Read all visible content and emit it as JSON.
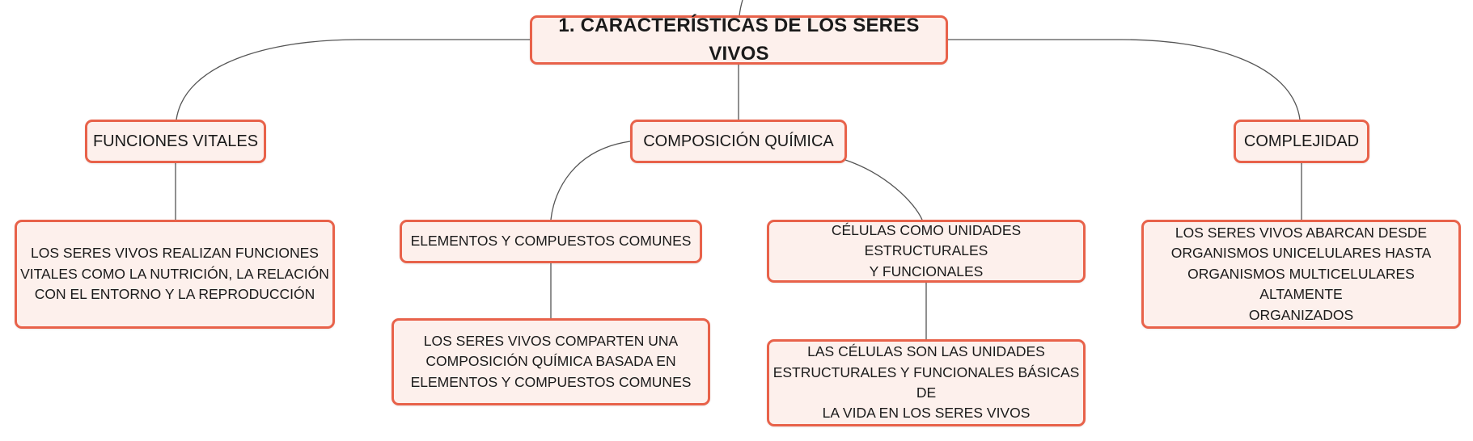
{
  "diagram": {
    "colors": {
      "node_border": "#e8624a",
      "node_fill": "#fdf0ec",
      "connector": "#555555"
    },
    "root": {
      "label": "1. CARACTERÍSTICAS DE LOS SERES VIVOS"
    },
    "branches": {
      "funciones": {
        "label": "FUNCIONES VITALES",
        "detail": "LOS SERES VIVOS REALIZAN FUNCIONES\nVITALES COMO LA NUTRICIÓN, LA RELACIÓN\nCON EL ENTORNO Y LA REPRODUCCIÓN"
      },
      "composicion": {
        "label": "COMPOSICIÓN QUÍMICA",
        "elementos": {
          "label": "ELEMENTOS Y COMPUESTOS COMUNES",
          "detail": "LOS SERES VIVOS COMPARTEN UNA\nCOMPOSICIÓN QUÍMICA BASADA EN\nELEMENTOS Y COMPUESTOS COMUNES"
        },
        "celulas": {
          "label": "CÉLULAS COMO UNIDADES ESTRUCTURALES\nY FUNCIONALES",
          "detail": "LAS CÉLULAS SON LAS UNIDADES\nESTRUCTURALES Y FUNCIONALES BÁSICAS DE\nLA VIDA EN LOS SERES VIVOS"
        }
      },
      "complejidad": {
        "label": "COMPLEJIDAD",
        "detail": "LOS SERES VIVOS ABARCAN DESDE\nORGANISMOS UNICELULARES HASTA\nORGANISMOS MULTICELULARES ALTAMENTE\nORGANIZADOS"
      }
    }
  }
}
